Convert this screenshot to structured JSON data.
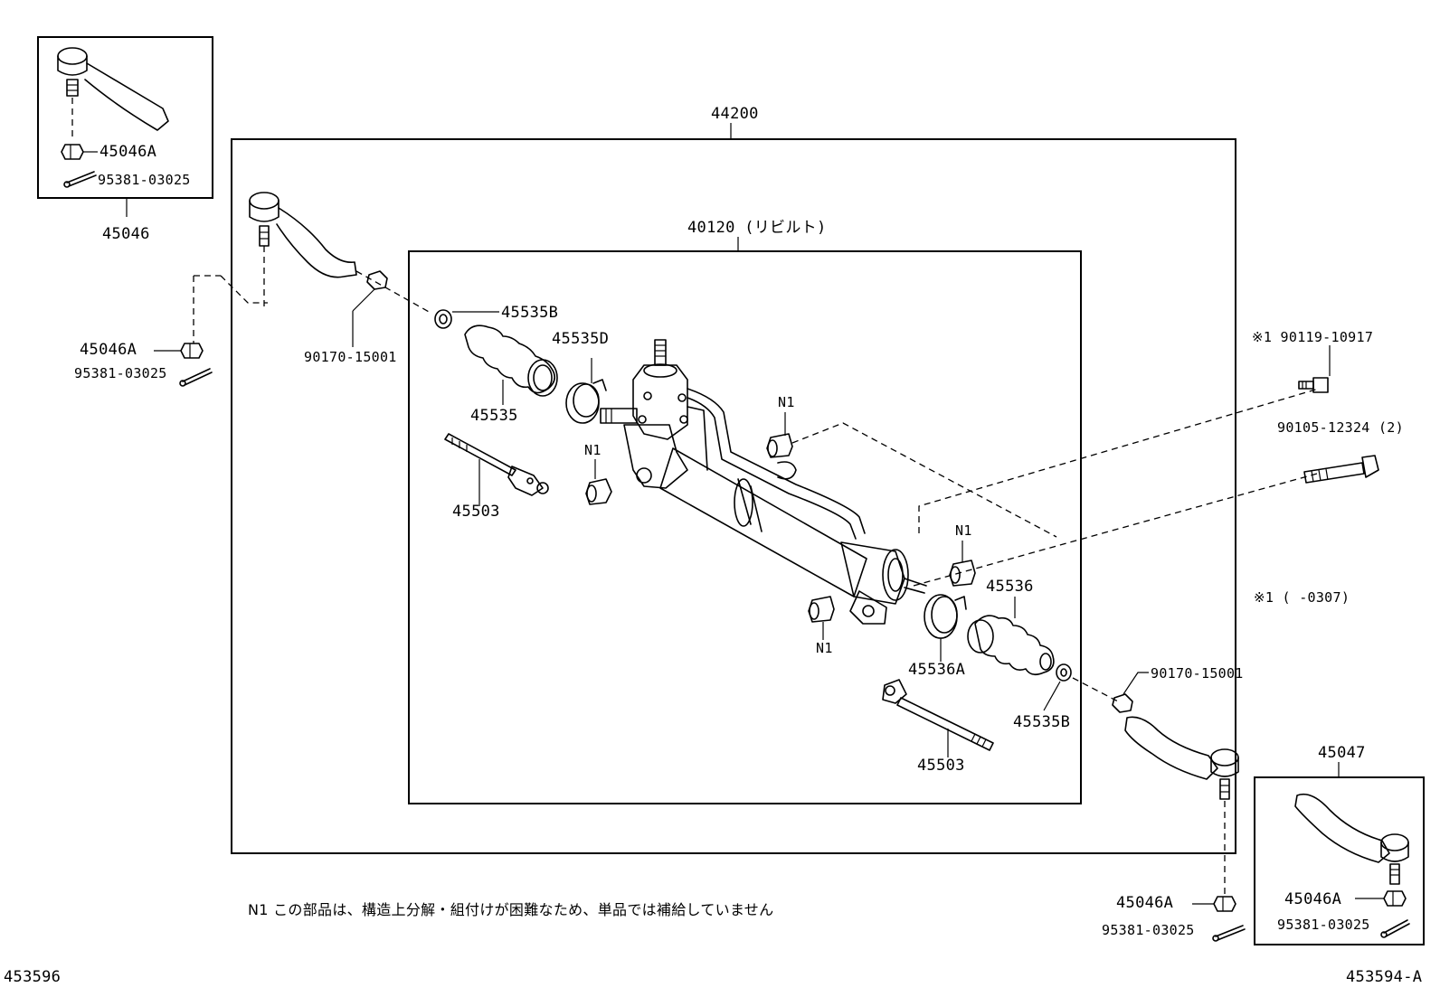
{
  "diagram": {
    "labels": {
      "assembly": "44200",
      "rack_rebuilt": "40120 (リビルト)",
      "tie_rod_end_lh": "45046",
      "tie_rod_end_rh": "45047",
      "nut_inset_lh": "45046A",
      "pin_inset_lh": "95381-03025",
      "nut_lh": "45046A",
      "pin_lh": "95381-03025",
      "lock_nut_lh": "90170-15001",
      "clip_lh": "45535B",
      "boot_lh": "45535",
      "clamp_lh": "45535D",
      "rod_lh": "45503",
      "n1_a": "N1",
      "n1_b": "N1",
      "n1_c": "N1",
      "n1_d": "N1",
      "bolt_1": "※1 90119-10917",
      "bolt_2": "90105-12324 (2)",
      "note_1": "※1 (        -0307)",
      "boot_rh": "45536",
      "clamp_rh": "45536A",
      "clip_rh": "45535B",
      "lock_nut_rh": "90170-15001",
      "rod_rh": "45503",
      "nut_rh": "45046A",
      "pin_rh": "95381-03025",
      "nut_inset_rh": "45046A",
      "pin_inset_rh": "95381-03025",
      "footnote": "N1  この部品は、構造上分解・組付けが困難なため、単品では補給していません",
      "fig_left": "453596",
      "fig_right": "453594-A"
    }
  }
}
